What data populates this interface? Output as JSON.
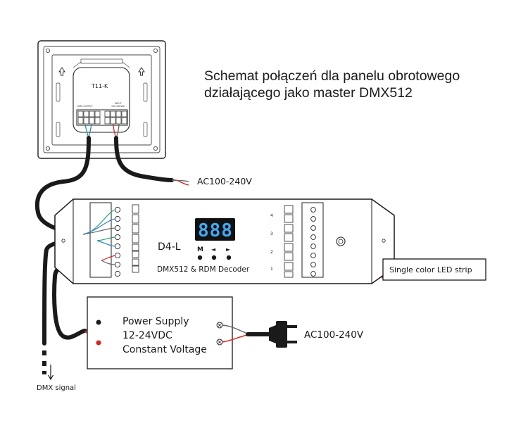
{
  "title": {
    "line1": "Schemat połączeń dla panelu obrotowego",
    "line2": "działającego jako master DMX512"
  },
  "panel": {
    "model": "T11-K",
    "output_label": "DMX OUTPUT",
    "input_label": "INPUT",
    "input_sub": "100-240VAC"
  },
  "decoder": {
    "model": "D4-L",
    "display": "888",
    "buttons": [
      "M",
      "◄",
      "►"
    ],
    "subtitle": "DMX512 & RDM Decoder",
    "channels": [
      "4",
      "3",
      "2",
      "1"
    ]
  },
  "labels": {
    "ac_top": "AC100-240V",
    "ac_bottom": "AC100-240V",
    "led_strip": "Single color LED strip",
    "dmx_signal": "DMX signal"
  },
  "power_supply": {
    "line1": "Power Supply",
    "line2": "12-24VDC",
    "line3": "Constant Voltage"
  },
  "colors": {
    "cable": "#1a1a1a",
    "wire_red": "#e02020",
    "wire_green": "#2aa37a",
    "wire_blue": "#2c7fd0",
    "display_bg": "#111111",
    "display_digits": "#3fa9f5"
  }
}
